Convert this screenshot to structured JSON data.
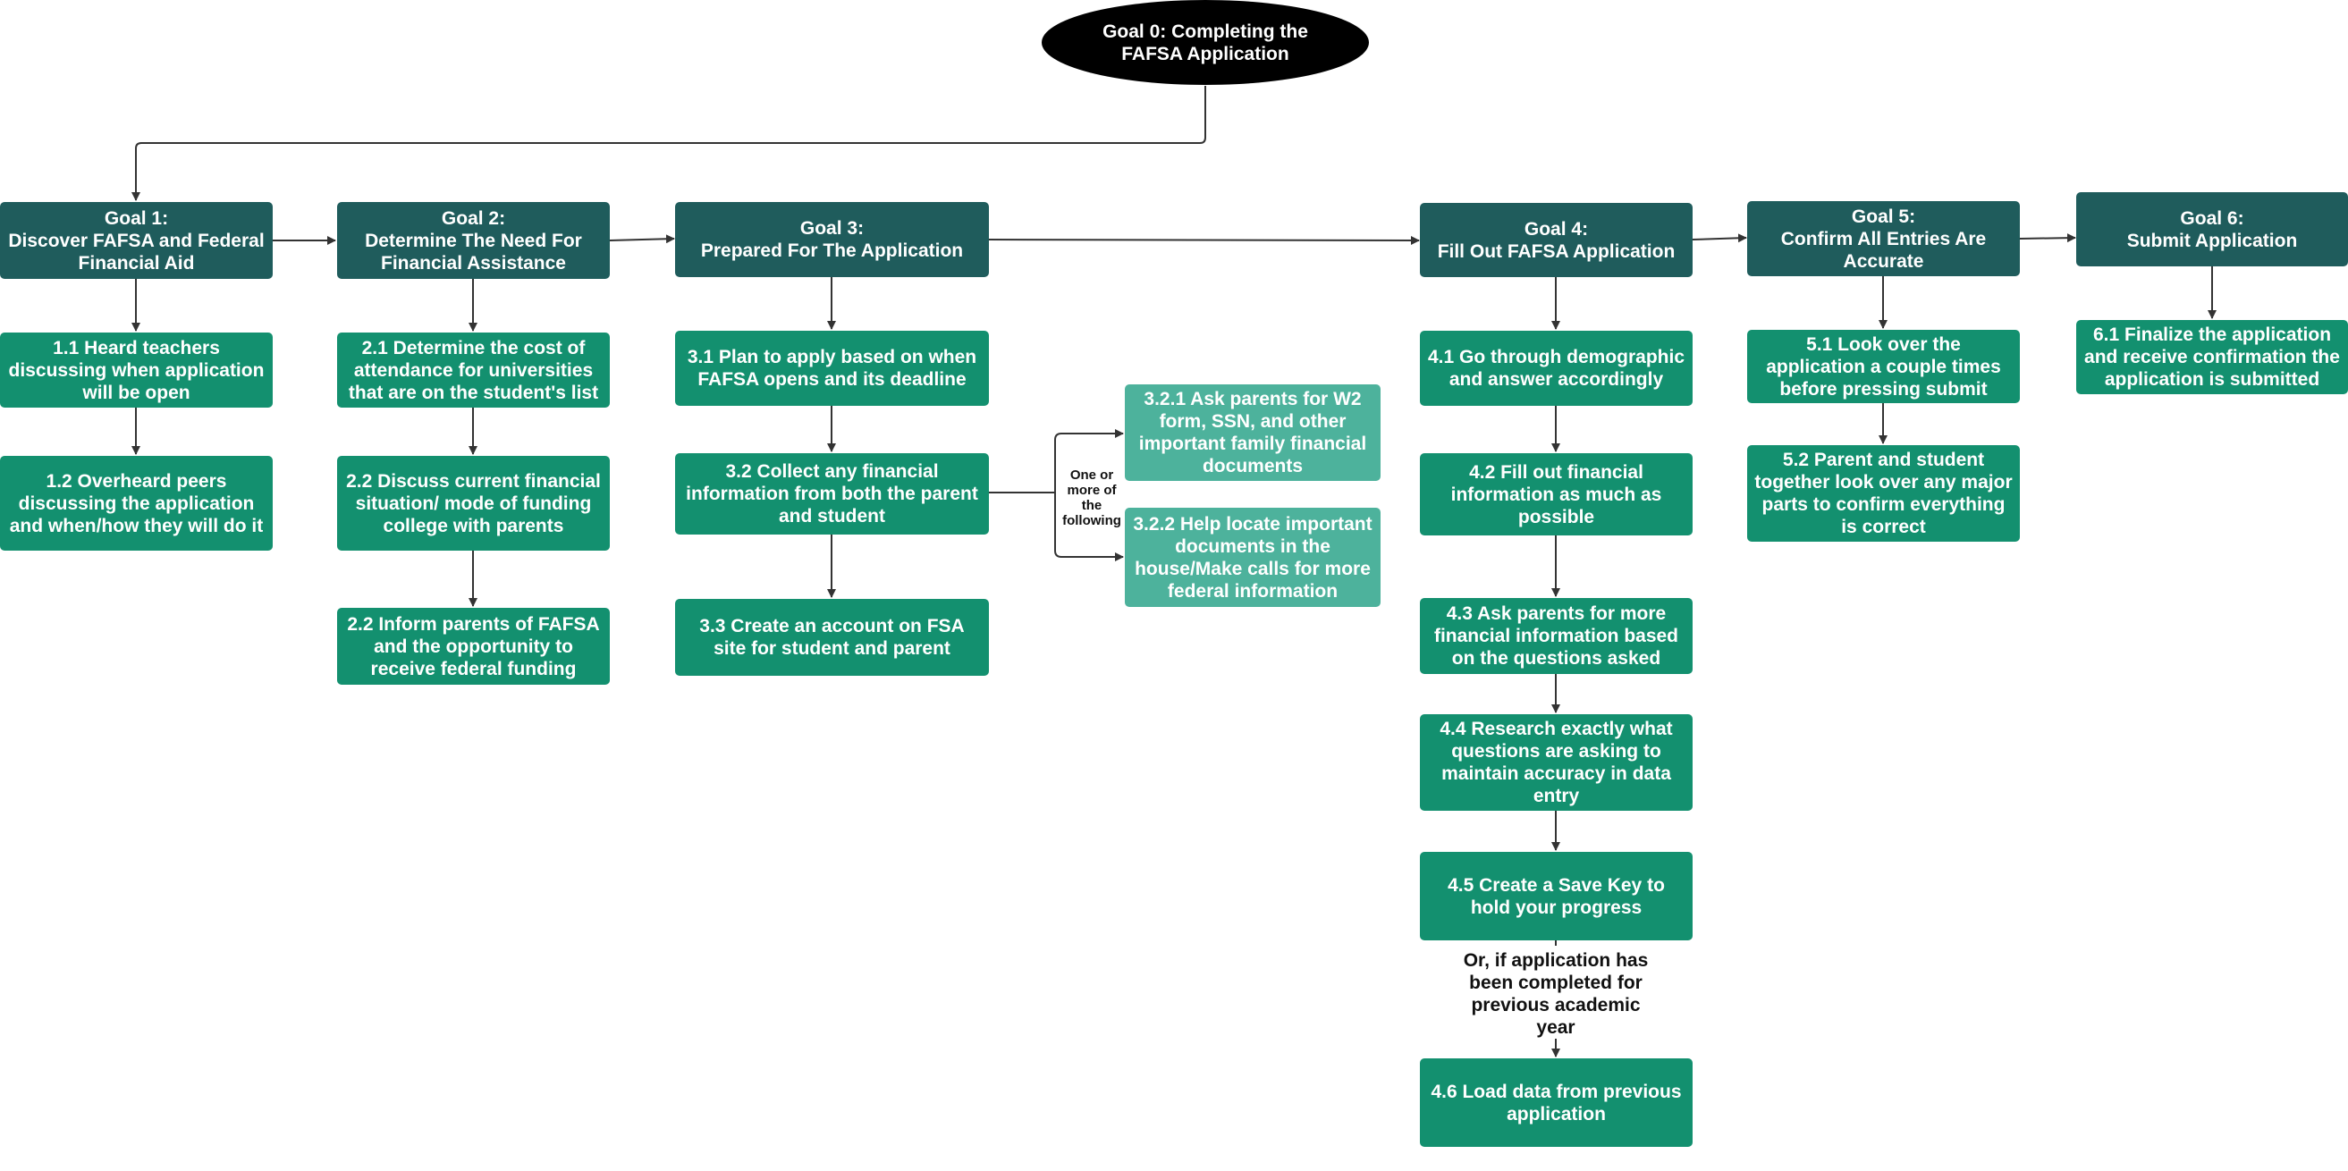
{
  "diagram": {
    "root": "Goal 0: Completing the FAFSA Application",
    "goals": [
      "Goal 1:\nDiscover  FAFSA and Federal Financial Aid",
      "Goal 2:\nDetermine The Need For Financial Assistance",
      "Goal 3:\nPrepared For The Application",
      "Goal 4:\nFill Out FAFSA Application",
      "Goal 5:\nConfirm All Entries Are Accurate",
      "Goal 6:\nSubmit Application"
    ],
    "steps": {
      "s1_1": "1.1 Heard teachers discussing when application will be open",
      "s1_2": "1.2 Overheard peers discussing the application and when/how they will do it",
      "s2_1": "2.1 Determine the cost of attendance for universities that are on the student's list",
      "s2_2a": "2.2 Discuss current financial situation/ mode of funding college with parents",
      "s2_2b": "2.2 Inform parents of FAFSA and the opportunity to receive federal funding",
      "s3_1": "3.1 Plan to apply based on when FAFSA opens and its deadline",
      "s3_2": "3.2 Collect any financial information from both the parent and student",
      "s3_3": "3.3 Create an account on FSA site for student and parent",
      "s3_2_1": "3.2.1 Ask parents for W2 form, SSN, and other important family financial documents",
      "s3_2_2": "3.2.2 Help locate important documents in the house/Make calls for more federal information",
      "s4_1": "4.1 Go through demographic and answer accordingly",
      "s4_2": "4.2 Fill out financial information as much as possible",
      "s4_3": "4.3 Ask parents for more financial information based on the questions asked",
      "s4_4": "4.4 Research exactly what questions are asking to maintain accuracy in data entry",
      "s4_5": "4.5 Create a Save Key to hold your progress",
      "s4_6": "4.6 Load data from previous application",
      "s5_1": "5.1 Look over the application a couple times before pressing submit",
      "s5_2": "5.2 Parent and student together look over any major parts to confirm everything is correct",
      "s6_1": "6.1 Finalize the application and receive confirmation the application is submitted"
    },
    "notes": {
      "one_or_more": "One or more of the following",
      "or_previous": "Or, if application has been completed for previous academic year"
    }
  },
  "colors": {
    "root": "#000000",
    "goal": "#1f5c5c",
    "step": "#13906f",
    "substep": "#4db29c",
    "connector": "#333333"
  }
}
